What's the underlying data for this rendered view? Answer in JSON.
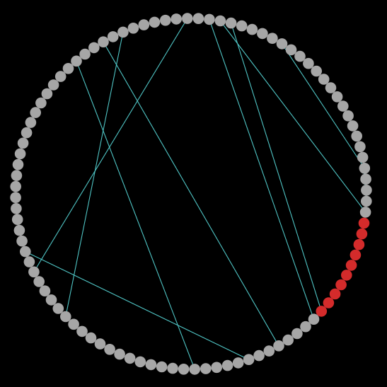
{
  "diagram": {
    "type": "circular-node-graph",
    "node_count": 100,
    "colors": {
      "background": "#000000",
      "node_default": "#a6a6a6",
      "node_highlight": "#d42b2b",
      "edge": "#4fc4c4"
    },
    "highlighted_nodes": [
      1,
      2,
      3,
      4,
      5,
      6,
      7,
      8,
      9,
      10
    ],
    "edges": [
      [
        15,
        65
      ],
      [
        23,
        62
      ],
      [
        36,
        67
      ],
      [
        41,
        73
      ],
      [
        43,
        18
      ],
      [
        75,
        11
      ],
      [
        76,
        0
      ],
      [
        96,
        82
      ],
      [
        10,
        77
      ],
      [
        95,
        99
      ]
    ]
  }
}
